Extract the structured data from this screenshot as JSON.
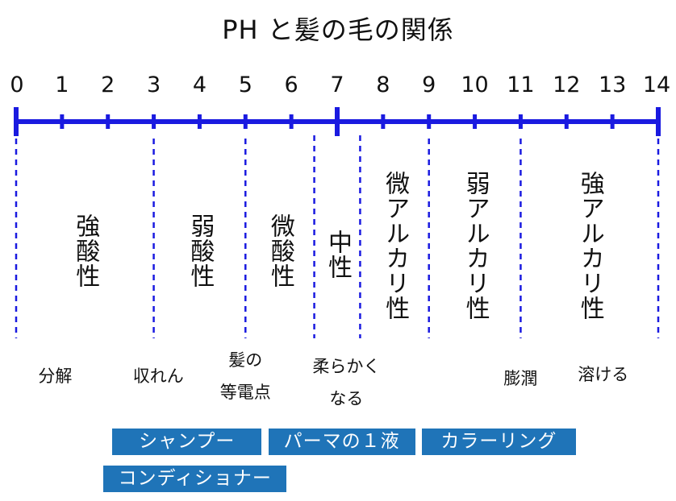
{
  "title": "PH と髪の毛の関係",
  "colors": {
    "axis": "#1a1ae0",
    "tag_bg": "#1f74b8",
    "tag_text": "#ffffff"
  },
  "scale": {
    "min": 0,
    "max": 14,
    "labels": [
      "0",
      "1",
      "2",
      "3",
      "4",
      "5",
      "6",
      "7",
      "8",
      "9",
      "10",
      "11",
      "12",
      "13",
      "14"
    ],
    "major_tick": 7,
    "dividers": [
      0,
      3,
      5,
      6.5,
      7.5,
      9,
      11,
      14
    ]
  },
  "zones": [
    {
      "label": "強酸性",
      "center": 1.5
    },
    {
      "label": "弱酸性",
      "center": 4
    },
    {
      "label": "微酸性",
      "center": 5.75
    },
    {
      "label": "中性",
      "center": 7
    },
    {
      "label": "微アルカリ性",
      "center": 8.25
    },
    {
      "label": "弱アルカリ性",
      "center": 10
    },
    {
      "label": "強アルカリ性",
      "center": 12.5
    }
  ],
  "effects": [
    {
      "lines": [
        "分解"
      ],
      "center": 0.85
    },
    {
      "lines": [
        "収れん"
      ],
      "center": 3.1
    },
    {
      "lines": [
        "髪の",
        "等電点"
      ],
      "center": 5
    },
    {
      "lines": [
        "柔らかく",
        "なる"
      ],
      "center": 7.2
    },
    {
      "lines": [
        "膨潤"
      ],
      "center": 11
    },
    {
      "lines": [
        "溶ける"
      ],
      "center": 12.8
    }
  ],
  "products": [
    {
      "label": "シャンプー",
      "from": 2.1,
      "to": 5.35,
      "row": 0
    },
    {
      "label": "パーマの１液",
      "from": 5.5,
      "to": 8.7,
      "row": 0
    },
    {
      "label": "カラーリング",
      "from": 8.85,
      "to": 12.2,
      "row": 0
    },
    {
      "label": "コンディショナー",
      "from": 1.9,
      "to": 5.9,
      "row": 1
    }
  ]
}
